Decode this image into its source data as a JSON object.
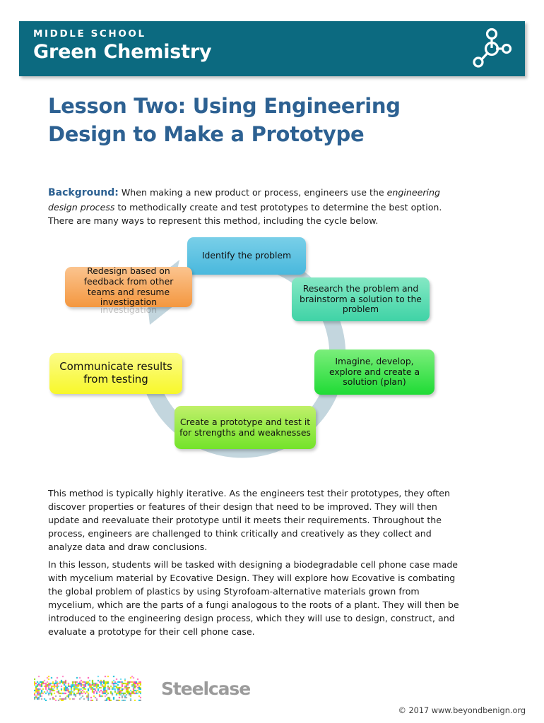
{
  "header": {
    "eyebrow": "MIDDLE SCHOOL",
    "title": "Green Chemistry",
    "bar_color": "#0c6a80",
    "icon": "molecule-icon"
  },
  "lesson": {
    "title": "Lesson Two: Using Engineering Design to Make a Prototype",
    "title_color": "#2d6192"
  },
  "background": {
    "lead_in": "Background:",
    "text_part1": " When making a new product or process, engineers use the ",
    "italic_phrase": "engineering design process",
    "text_part2": " to methodically create and test prototypes to determine the best option. There are many ways to represent this method, including the cycle below."
  },
  "cycle": {
    "direction": "clockwise",
    "ring_color": "#c3d6de",
    "nodes": [
      {
        "id": "identify",
        "label": "Identify the problem",
        "color": "#49b8dd"
      },
      {
        "id": "research",
        "label": "Research the problem and brainstorm a solution to the problem",
        "color": "#3fd3a6"
      },
      {
        "id": "imagine",
        "label": "Imagine, develop, explore and create a solution (plan)",
        "color": "#1fdb35"
      },
      {
        "id": "create",
        "label": "Create a prototype and test it for strengths and weaknesses",
        "color": "#73e32a"
      },
      {
        "id": "communicate",
        "label": "Communicate results from testing",
        "color": "#f7f72a"
      },
      {
        "id": "redesign",
        "label": "Redesign based on feedback from other teams and resume investigation",
        "color": "#f4973f",
        "overflow_text": "investigation"
      }
    ]
  },
  "body": {
    "paragraph_iterative": "This method is typically highly iterative. As the engineers test their prototypes, they often discover properties or features of their design that need to be improved. They will then update and reevaluate their prototype until it meets their requirements. Throughout the process, engineers are challenged to think critically and creatively as they collect and analyze data and draw conclusions.",
    "paragraph_lesson": "In this lesson, students will be tasked with designing a biodegradable cell phone case made with mycelium material by Ecovative Design. They will explore how Ecovative is combating the global problem of plastics by using Styrofoam-alternative materials grown from mycelium, which are the parts of a fungi analogous to the roots of a plant. They will then be introduced to the engineering design process, which they will use to design, construct, and evaluate a prototype for their cell phone case."
  },
  "footer": {
    "partner_logo": "beyond-benign-logo",
    "sponsor_logo_text": "Steelcase",
    "copyright": "© 2017 www.beyondbenign.org"
  }
}
